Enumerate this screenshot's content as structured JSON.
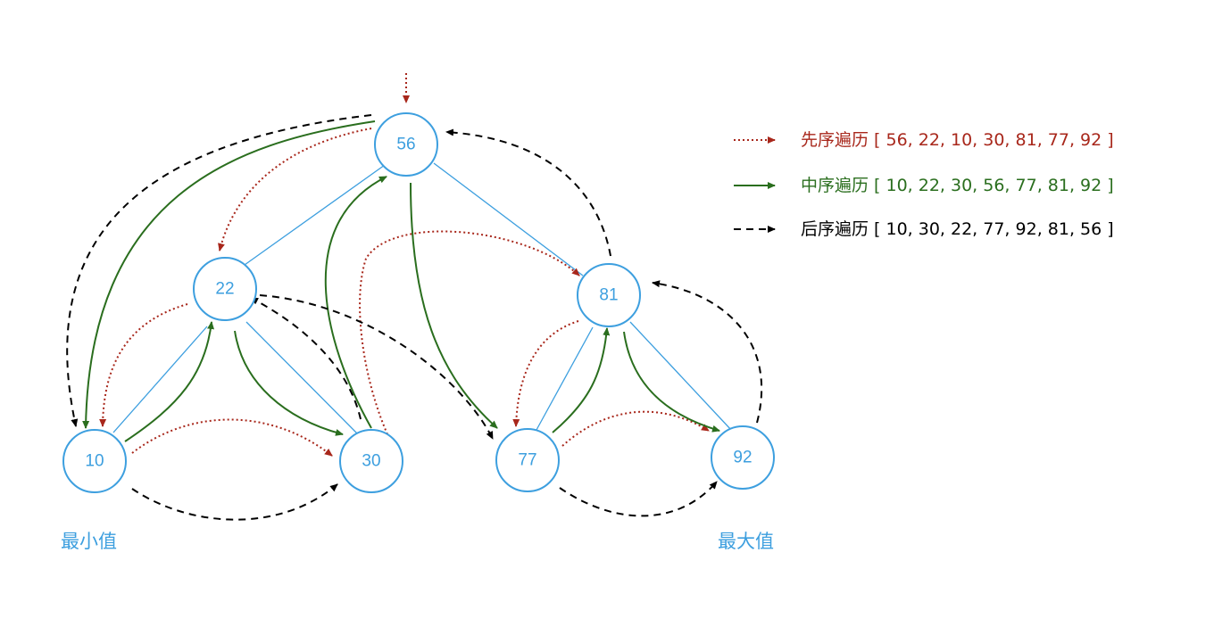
{
  "colors": {
    "node": "#3d9fdf",
    "preorder": "#a8271b",
    "inorder": "#2a6e1e",
    "postorder": "#000000"
  },
  "nodes": {
    "n56": "56",
    "n22": "22",
    "n81": "81",
    "n10": "10",
    "n30": "30",
    "n77": "77",
    "n92": "92"
  },
  "captions": {
    "min": "最小值",
    "max": "最大值"
  },
  "legend": {
    "preorder": "先序遍历 [ 56, 22, 10, 30, 81, 77, 92 ]",
    "inorder": "中序遍历 [ 10, 22, 30, 56, 77, 81, 92 ]",
    "postorder": "后序遍历 [ 10, 30, 22, 77, 92, 81, 56 ]"
  }
}
